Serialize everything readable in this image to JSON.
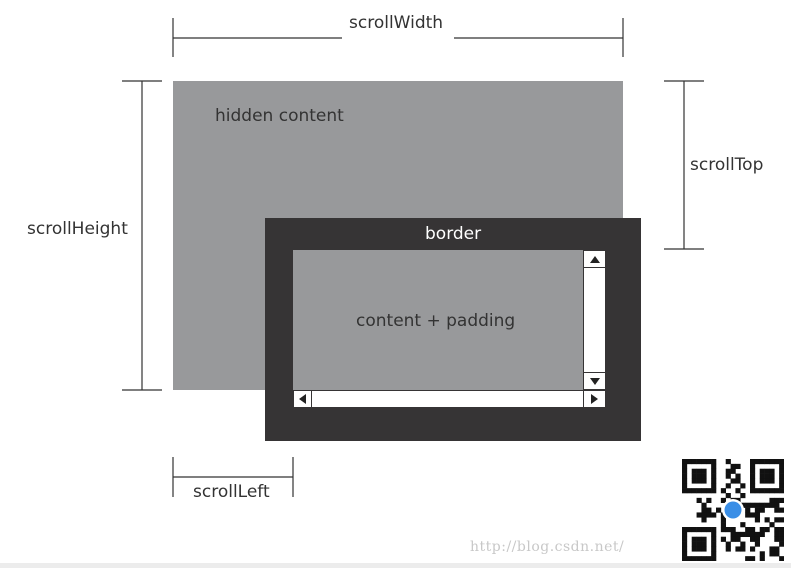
{
  "labels": {
    "scroll_width": "scrollWidth",
    "scroll_height": "scrollHeight",
    "scroll_top": "scrollTop",
    "scroll_left": "scrollLeft",
    "hidden_content": "hidden content",
    "border": "border",
    "content_padding": "content + padding"
  },
  "watermark": "http://blog.csdn.net/",
  "colors": {
    "hidden_content": "#98999b",
    "border": "#363435",
    "line": "#333333",
    "background": "#ffffff"
  },
  "icons": {
    "scroll_up": "triangle-up-icon",
    "scroll_down": "triangle-down-icon",
    "scroll_left": "triangle-left-icon",
    "scroll_right": "triangle-right-icon",
    "qr_code": "qr-code-icon"
  }
}
